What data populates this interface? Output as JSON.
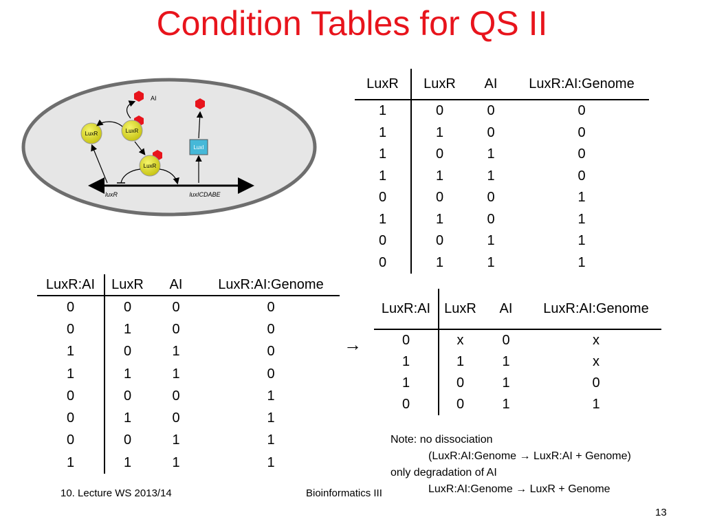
{
  "slide": {
    "title": "Condition Tables for QS II",
    "page_number": "13"
  },
  "diagram": {
    "ai_label": "AI",
    "luxr_label": "LuxR",
    "luxi_label": "LuxI",
    "gene_luxr": "luxR",
    "gene_luxicdabe": "luxICDABE"
  },
  "table1": {
    "headers": [
      "LuxR",
      "LuxR",
      "AI",
      "LuxR:AI:Genome"
    ],
    "rows": [
      [
        "1",
        "0",
        "0",
        "0"
      ],
      [
        "1",
        "1",
        "0",
        "0"
      ],
      [
        "1",
        "0",
        "1",
        "0"
      ],
      [
        "1",
        "1",
        "1",
        "0"
      ],
      [
        "0",
        "0",
        "0",
        "1"
      ],
      [
        "1",
        "1",
        "0",
        "1"
      ],
      [
        "0",
        "0",
        "1",
        "1"
      ],
      [
        "0",
        "1",
        "1",
        "1"
      ]
    ]
  },
  "table2": {
    "headers": [
      "LuxR:AI",
      "LuxR",
      "AI",
      "LuxR:AI:Genome"
    ],
    "rows": [
      [
        "0",
        "0",
        "0",
        "0"
      ],
      [
        "0",
        "1",
        "0",
        "0"
      ],
      [
        "1",
        "0",
        "1",
        "0"
      ],
      [
        "1",
        "1",
        "1",
        "0"
      ],
      [
        "0",
        "0",
        "0",
        "1"
      ],
      [
        "0",
        "1",
        "0",
        "1"
      ],
      [
        "0",
        "0",
        "1",
        "1"
      ],
      [
        "1",
        "1",
        "1",
        "1"
      ]
    ]
  },
  "arrow": "→",
  "table3": {
    "headers": [
      "LuxR:AI",
      "LuxR",
      "AI",
      "LuxR:AI:Genome"
    ],
    "rows": [
      [
        "0",
        "x",
        "0",
        "x"
      ],
      [
        "1",
        "1",
        "1",
        "x"
      ],
      [
        "1",
        "0",
        "1",
        "0"
      ],
      [
        "0",
        "0",
        "1",
        "1"
      ]
    ]
  },
  "note": {
    "line1": "Note:  no dissociation",
    "line2": "(LuxR:AI:Genome → LuxR:AI + Genome)",
    "line3": "only degradation of AI",
    "line4": "LuxR:AI:Genome → LuxR + Genome"
  },
  "footer": {
    "left": "10. Lecture WS 2013/14",
    "center": "Bioinformatics III"
  },
  "colors": {
    "title": "#e8141c",
    "ai_hexagon": "#e8141c",
    "luxr_circle": "#e0e02a",
    "luxi_box": "#46b8d8",
    "cell_fill": "#e6e6e6"
  }
}
